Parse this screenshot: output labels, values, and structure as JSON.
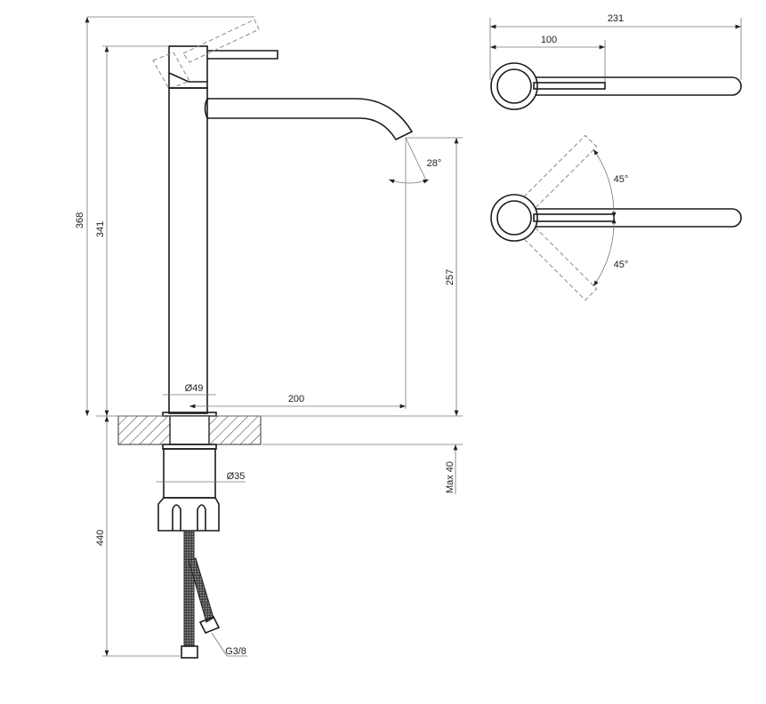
{
  "title": "Tall basin mixer technical drawing",
  "dimensions": {
    "total_height": "368",
    "body_height": "341",
    "spout_height": "257",
    "spout_reach": "200",
    "body_diameter": "Ø49",
    "thread_diameter": "Ø35",
    "max_countertop": "Max 40",
    "hose_length": "440",
    "hose_connection": "G3/8",
    "spout_angle": "28°",
    "top_total_width": "231",
    "top_handle_reach": "100",
    "lever_angle_up": "45°",
    "lever_angle_down": "45°"
  }
}
